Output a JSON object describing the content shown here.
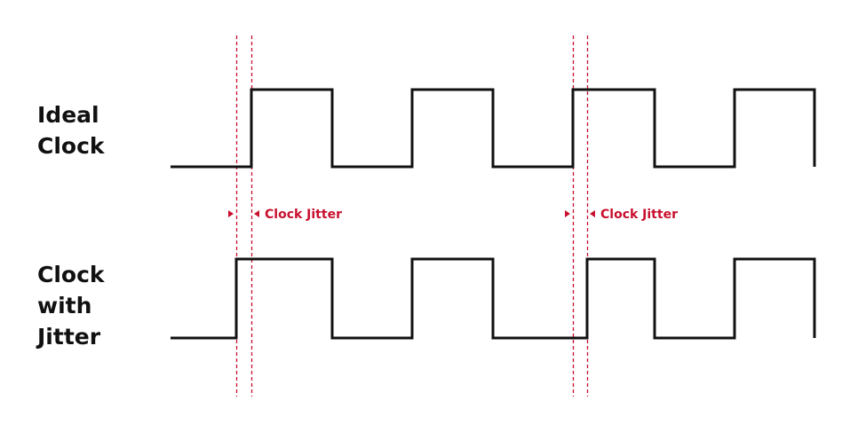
{
  "colors": {
    "signal": "#111111",
    "accent": "#c8102e",
    "background": "#ffffff"
  },
  "rows": [
    {
      "label_lines": [
        "Ideal",
        "Clock"
      ]
    },
    {
      "label_lines": [
        "Clock",
        "with",
        "Jitter"
      ]
    }
  ],
  "jitter_annotations": [
    {
      "label": "Clock Jitter"
    },
    {
      "label": "Clock Jitter"
    }
  ]
}
